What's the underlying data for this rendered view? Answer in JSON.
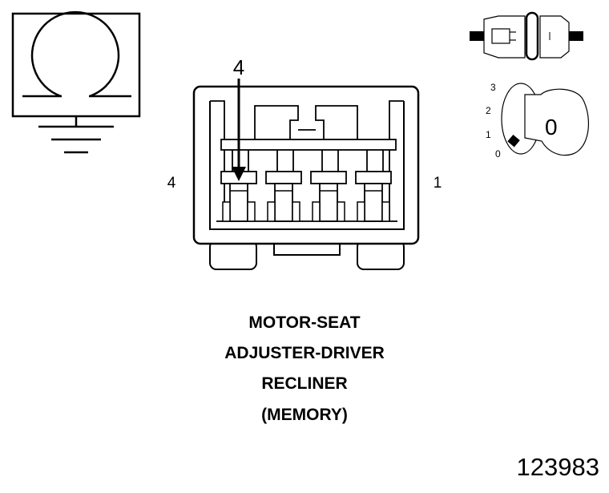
{
  "ohmmeter_icon": {
    "name": "ohmmeter-ground-icon"
  },
  "connector_icon": {
    "name": "connector-disconnect-icon"
  },
  "ignition_switch": {
    "name": "ignition-key-position-icon",
    "positions": [
      "3",
      "2",
      "1",
      "0"
    ],
    "key_label": "0"
  },
  "connector": {
    "pin_callout": "4",
    "left_pin_label": "4",
    "right_pin_label": "1"
  },
  "title": {
    "lines": [
      "MOTOR-SEAT",
      "ADJUSTER-DRIVER",
      "RECLINER",
      "(MEMORY)"
    ]
  },
  "figure_number": "123983"
}
